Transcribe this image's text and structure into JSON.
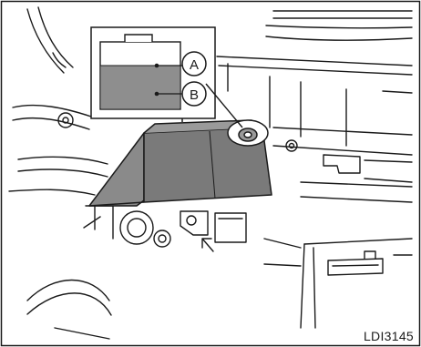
{
  "diagram": {
    "callouts": [
      {
        "id": "A",
        "label": "A"
      },
      {
        "id": "B",
        "label": "B"
      }
    ],
    "reference_code": "LDI3145",
    "colors": {
      "line": "#1a1a1a",
      "fluid": "#8e8e8e",
      "reservoir_body": "#8a8a8a",
      "reservoir_face": "#7a7a7a",
      "background": "#ffffff"
    }
  }
}
